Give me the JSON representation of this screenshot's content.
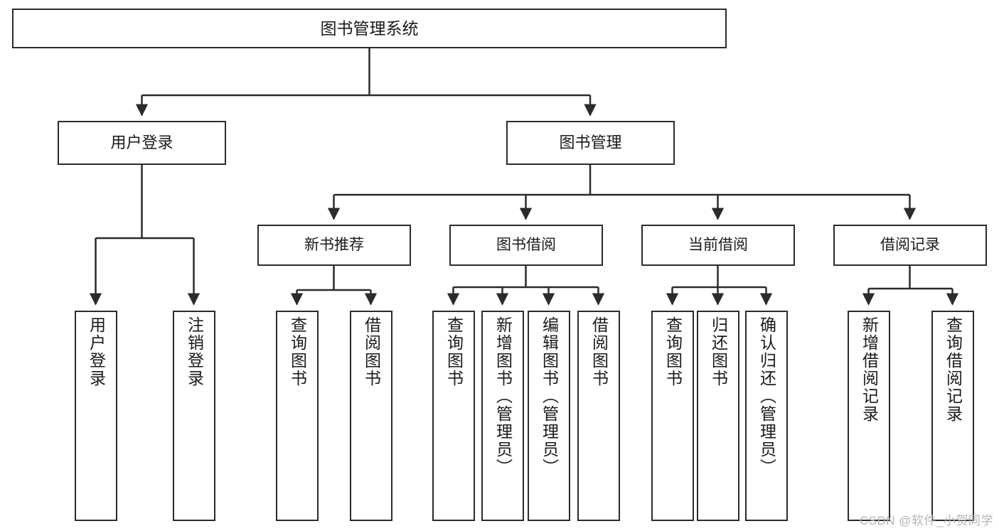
{
  "diagram": {
    "title": "图书管理系统",
    "watermark": "CSDN @软件_小贺同学",
    "stroke_color": "#2b2b2b",
    "background_color": "#ffffff",
    "text_color": "#1a1a1a",
    "root": {
      "label": "图书管理系统"
    },
    "level1": [
      {
        "label": "用户登录"
      },
      {
        "label": "图书管理"
      }
    ],
    "level2": [
      {
        "label": "新书推荐"
      },
      {
        "label": "图书借阅"
      },
      {
        "label": "当前借阅"
      },
      {
        "label": "借阅记录"
      }
    ],
    "leaves": [
      {
        "label": "用户登录",
        "parent": "用户登录"
      },
      {
        "label": "注销登录",
        "parent": "用户登录"
      },
      {
        "label": "查询图书",
        "parent": "新书推荐"
      },
      {
        "label": "借阅图书",
        "parent": "新书推荐"
      },
      {
        "label": "查询图书",
        "parent": "图书借阅"
      },
      {
        "label": "新增图书（管理员）",
        "parent": "图书借阅"
      },
      {
        "label": "编辑图书（管理员）",
        "parent": "图书借阅"
      },
      {
        "label": "借阅图书",
        "parent": "图书借阅"
      },
      {
        "label": "查询图书",
        "parent": "当前借阅"
      },
      {
        "label": "归还图书",
        "parent": "当前借阅"
      },
      {
        "label": "确认归还（管理员）",
        "parent": "当前借阅"
      },
      {
        "label": "新增借阅记录",
        "parent": "借阅记录"
      },
      {
        "label": "查询借阅记录",
        "parent": "借阅记录"
      }
    ]
  }
}
